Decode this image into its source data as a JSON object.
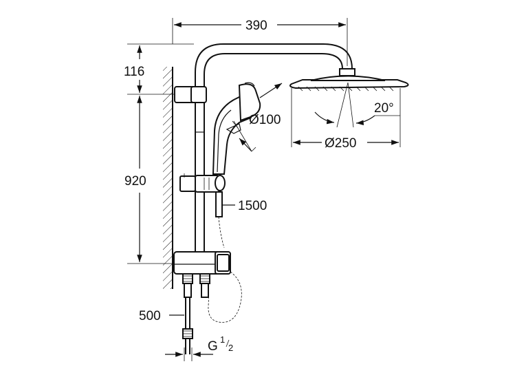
{
  "dimensions": {
    "arm_reach": "390",
    "top_offset": "116",
    "rail_height": "920",
    "hand_shower_diameter": "Ø100",
    "head_shower_diameter": "Ø250",
    "head_tilt_angle": "20°",
    "hose_length": "1500",
    "lower_length": "500",
    "thread_prefix": "G",
    "thread_fraction_num": "1",
    "thread_fraction_den": "2"
  }
}
